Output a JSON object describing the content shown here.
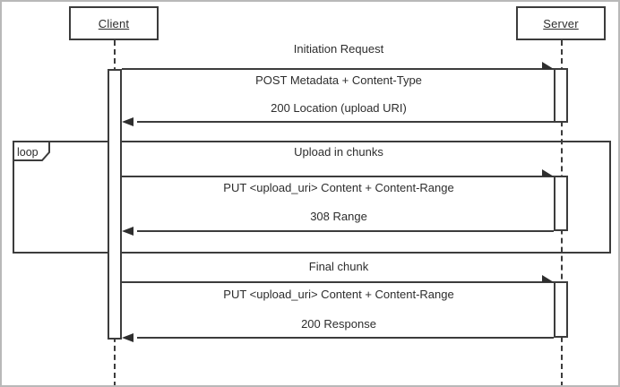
{
  "diagram": {
    "type": "uml-sequence-diagram",
    "actors": [
      {
        "label": "Client"
      },
      {
        "label": "Server"
      }
    ],
    "loop_label": "loop",
    "sections": [
      {
        "title": "Initiation Request",
        "request": "POST Metadata + Content-Type",
        "response": "200 Location (upload URI)"
      },
      {
        "title": "Upload in chunks",
        "request": "PUT <upload_uri> Content + Content-Range",
        "response": "308 Range"
      },
      {
        "title": "Final chunk",
        "request": "PUT <upload_uri> Content + Content-Range",
        "response": "200 Response"
      }
    ],
    "colors": {
      "line": "#3c3c3c",
      "text": "#2d2d2d",
      "frame_border": "#b9b9b9",
      "background": "#ffffff"
    }
  }
}
